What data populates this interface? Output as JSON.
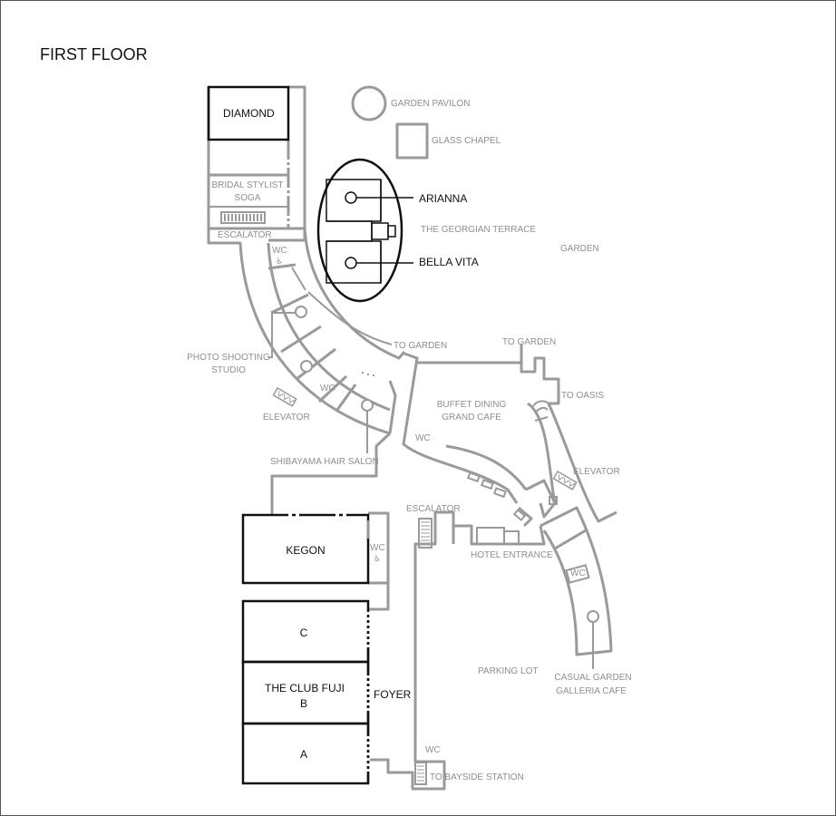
{
  "title": "FIRST FLOOR",
  "venues": {
    "diamond": "DIAMOND",
    "arianna": "ARIANNA",
    "bella_vita": "BELLA VITA",
    "kegon": "KEGON",
    "club_c": "C",
    "club_b_line1": "THE CLUB FUJI",
    "club_b_line2": "B",
    "club_a": "A",
    "foyer": "FOYER"
  },
  "labels": {
    "garden_pavilion": "GARDEN PAVILON",
    "glass_chapel": "GLASS CHAPEL",
    "bridal_line1": "BRIDAL STYLIST",
    "bridal_line2": "SOGA",
    "escalator_top": "ESCALATOR",
    "wc_1": "WC",
    "georgian_terrace": "THE GEORGIAN TERRACE",
    "garden": "GARDEN",
    "photo_line1": "PHOTO SHOOTING",
    "photo_line2": "STUDIO",
    "to_garden_1": "TO GARDEN",
    "to_garden_2": "TO GARDEN",
    "to_oasis": "TO OASIS",
    "buffet_line1": "BUFFET DINING",
    "buffet_line2": "GRAND CAFE",
    "wc_2": "WC",
    "wc_3": "WC",
    "elevator_left": "ELEVATOR",
    "elevator_right": "ELEVATOR",
    "shibayama": "SHIBAYAMA HAIR SALON",
    "escalator_bottom": "ESCALATOR",
    "hotel_entrance": "HOTEL ENTRANCE",
    "wc_kegon": "WC",
    "wc_right": "WC",
    "parking_lot": "PARKING LOT",
    "casual_line1": "CASUAL GARDEN",
    "casual_line2": "GALLERIA CAFE",
    "wc_bottom": "WC",
    "to_bayside": "TO BAYSIDE STATION"
  },
  "icons": {
    "accessible": "wheelchair-icon",
    "escalator": "escalator-icon",
    "elevator": "elevator-icon"
  },
  "colors": {
    "outline_gray": "#9a9a9a",
    "highlight_black": "#111111",
    "label_gray": "#8f8f8f"
  }
}
